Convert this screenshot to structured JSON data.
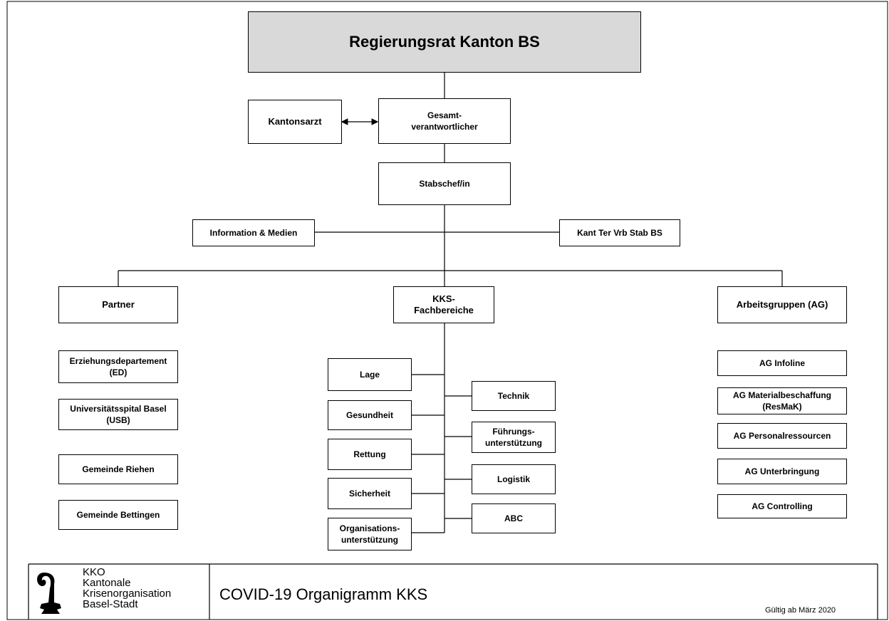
{
  "top": {
    "title": "Regierungsrat Kanton BS"
  },
  "command": {
    "kantonsarzt": "Kantonsarzt",
    "gesamt": "Gesamt-\nverantwortlicher",
    "stabschef": "Stabschef/in",
    "info": "Information & Medien",
    "kant_ter": "Kant Ter Vrb Stab BS"
  },
  "columns": {
    "partner": "Partner",
    "kks": "KKS-\nFachbereiche",
    "ag": "Arbeitsgruppen (AG)"
  },
  "partners": [
    "Erziehungsdepartement\n(ED)",
    "Universitätsspital Basel\n(USB)",
    "Gemeinde Riehen",
    "Gemeinde Bettingen"
  ],
  "fach_left": [
    "Lage",
    "Gesundheit",
    "Rettung",
    "Sicherheit",
    "Organisations-\nunterstützung"
  ],
  "fach_right": [
    "Technik",
    "Führungs-\nunterstützung",
    "Logistik",
    "ABC"
  ],
  "arbeitsgruppen": [
    "AG Infoline",
    "AG Materialbeschaffung\n(ResMaK)",
    "AG Personalressourcen",
    "AG Unterbringung",
    "AG Controlling"
  ],
  "footer": {
    "logo_text": "KKO\nKantonale\nKrisenorganisation\nBasel-Stadt",
    "title": "COVID-19 Organigramm KKS",
    "valid": "Gültig ab März 2020"
  }
}
